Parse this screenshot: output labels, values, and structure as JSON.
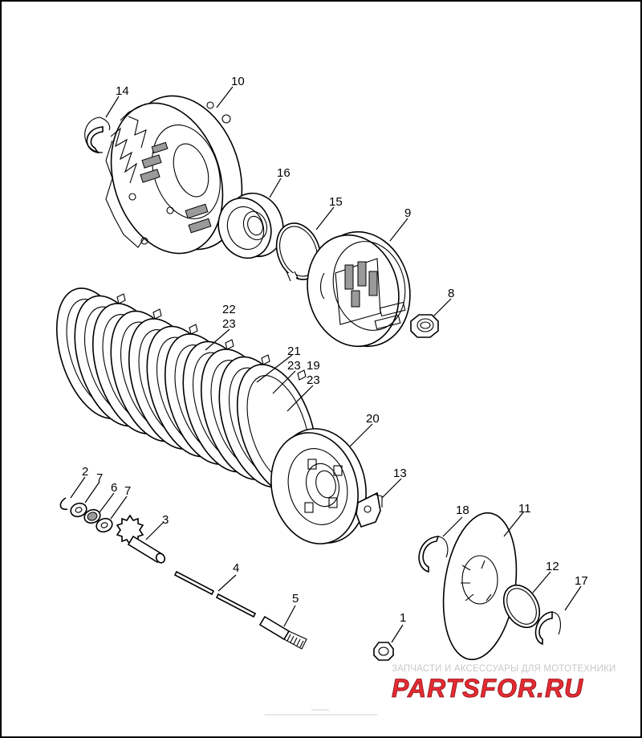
{
  "callouts": [
    {
      "id": "c14",
      "text": "14"
    },
    {
      "id": "c10",
      "text": "10"
    },
    {
      "id": "c16",
      "text": "16"
    },
    {
      "id": "c15",
      "text": "15"
    },
    {
      "id": "c9",
      "text": "9"
    },
    {
      "id": "c8",
      "text": "8"
    },
    {
      "id": "c22",
      "text": "22"
    },
    {
      "id": "c23a",
      "text": "23"
    },
    {
      "id": "c21",
      "text": "21"
    },
    {
      "id": "c23b",
      "text": "23"
    },
    {
      "id": "c19",
      "text": "19"
    },
    {
      "id": "c23c",
      "text": "23"
    },
    {
      "id": "c20",
      "text": "20"
    },
    {
      "id": "c13",
      "text": "13"
    },
    {
      "id": "c2",
      "text": "2"
    },
    {
      "id": "c7a",
      "text": "7"
    },
    {
      "id": "c6",
      "text": "6"
    },
    {
      "id": "c7b",
      "text": "7"
    },
    {
      "id": "c3",
      "text": "3"
    },
    {
      "id": "c18",
      "text": "18"
    },
    {
      "id": "c11",
      "text": "11"
    },
    {
      "id": "c4",
      "text": "4"
    },
    {
      "id": "c12",
      "text": "12"
    },
    {
      "id": "c17",
      "text": "17"
    },
    {
      "id": "c5",
      "text": "5"
    },
    {
      "id": "c1",
      "text": "1"
    }
  ],
  "watermark": {
    "tagline": "ЗАПЧАСТИ И АКСЕССУАРЫ ДЛЯ МОТОТЕХНИКИ",
    "logo": "PARTSFOR.RU",
    "accent": "#e52b32",
    "tagline_color": "#c8c8c8"
  },
  "colors": {
    "line": "#000000",
    "background": "#ffffff",
    "frame": "#000000"
  }
}
